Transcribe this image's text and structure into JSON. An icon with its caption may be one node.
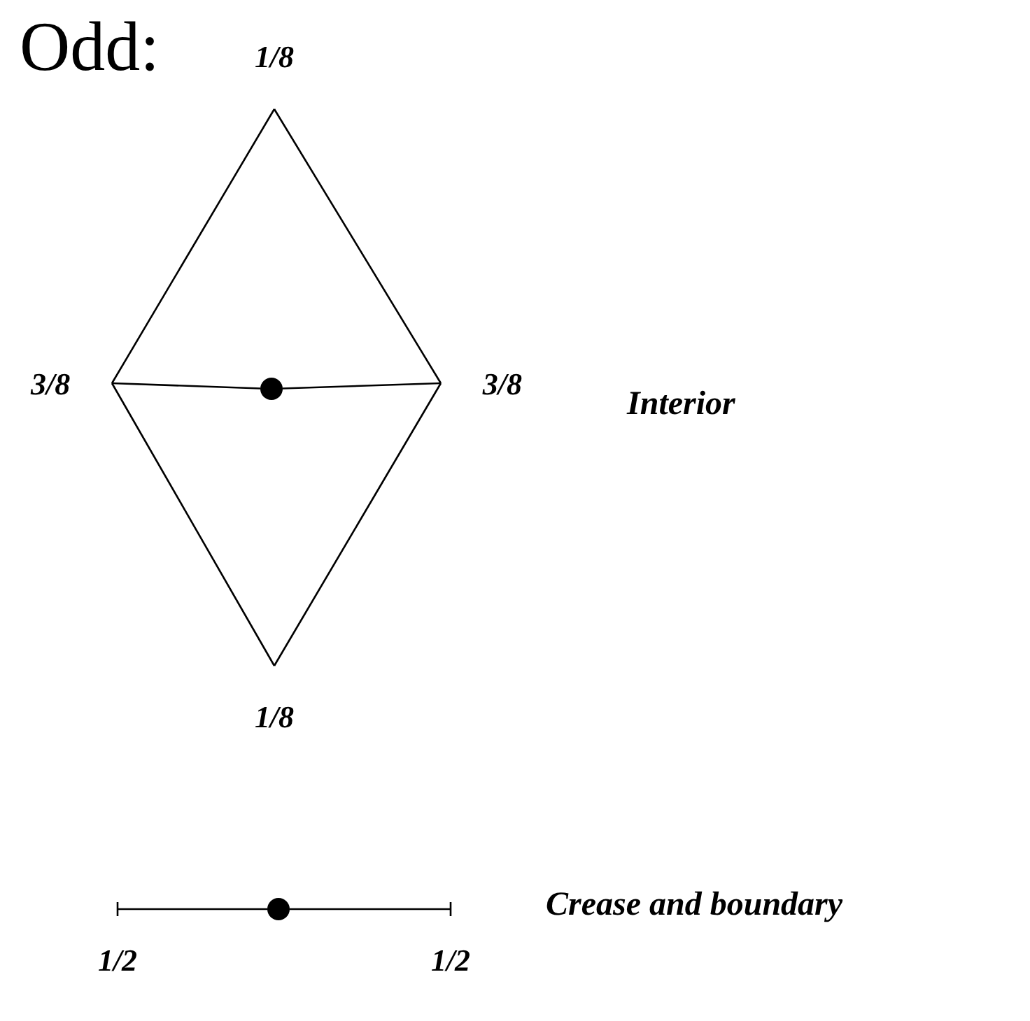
{
  "diagram": {
    "title": "Odd:",
    "nodes": [
      {
        "text": [
          "1/8"
        ]
      },
      {
        "text": [
          "3/8"
        ]
      },
      {
        "text": [],
        "shape": "circle"
      },
      {
        "text": [
          "3/8"
        ]
      },
      {
        "text": [
          "1/8"
        ]
      },
      {
        "text": [
          "1/2"
        ]
      },
      {
        "text": [],
        "shape": "circle"
      },
      {
        "text": [
          "1/2"
        ]
      }
    ],
    "edges": [
      {
        "from": 0,
        "to": 1,
        "arrow": "none"
      },
      {
        "from": 0,
        "to": 3,
        "arrow": "none"
      },
      {
        "from": 1,
        "to": 2,
        "arrow": "none"
      },
      {
        "from": 2,
        "to": 3,
        "arrow": "none"
      },
      {
        "from": 1,
        "to": 4,
        "arrow": "none"
      },
      {
        "from": 3,
        "to": 4,
        "arrow": "none"
      },
      {
        "from": 5,
        "to": 6,
        "arrow": "none"
      },
      {
        "from": 6,
        "to": 7,
        "arrow": "none"
      }
    ],
    "labels": [
      "Interior",
      "Crease and boundary"
    ]
  }
}
